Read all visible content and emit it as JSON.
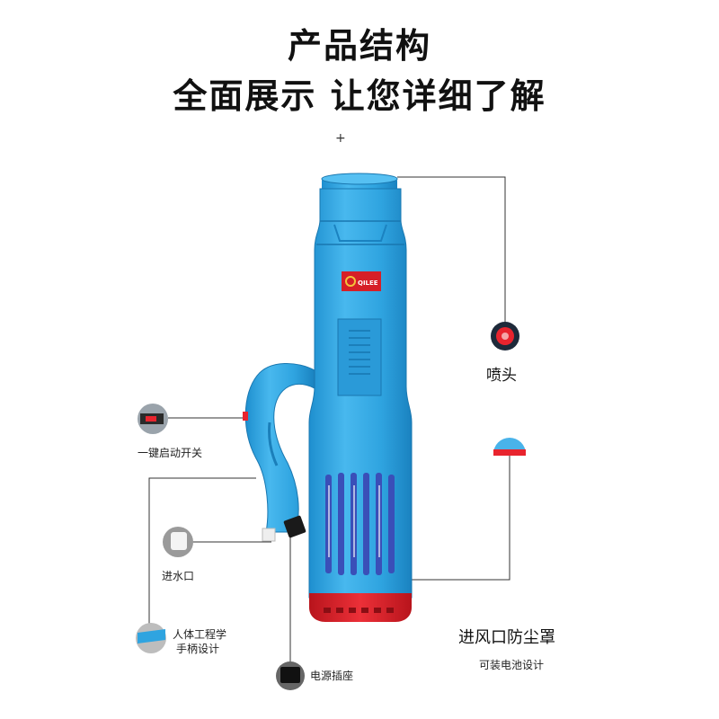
{
  "header": {
    "line1": "产品结构",
    "line2": "全面展示 让您详细了解"
  },
  "marker": "+",
  "product": {
    "brand_logo": "QILEE",
    "colors": {
      "body": "#2fa4e0",
      "body_dark": "#1c86c4",
      "base": "#e8242e",
      "slot": "#3a4fb8"
    }
  },
  "callouts": {
    "nozzle": {
      "label": "喷头",
      "icon": "red-nozzle-icon"
    },
    "dust_cover": {
      "label": "进风口防尘罩",
      "sub": "可装电池设计",
      "icon": "red-blue-cover-icon"
    },
    "switch": {
      "label": "一键启动开关",
      "icon": "red-switch-icon"
    },
    "water_inlet": {
      "label": "进水口",
      "icon": "white-cap-icon"
    },
    "handle": {
      "label_line1": "人体工程学",
      "label_line2": "手柄设计",
      "icon": "blue-handle-icon"
    },
    "power": {
      "label": "电源插座",
      "icon": "black-socket-icon"
    }
  }
}
